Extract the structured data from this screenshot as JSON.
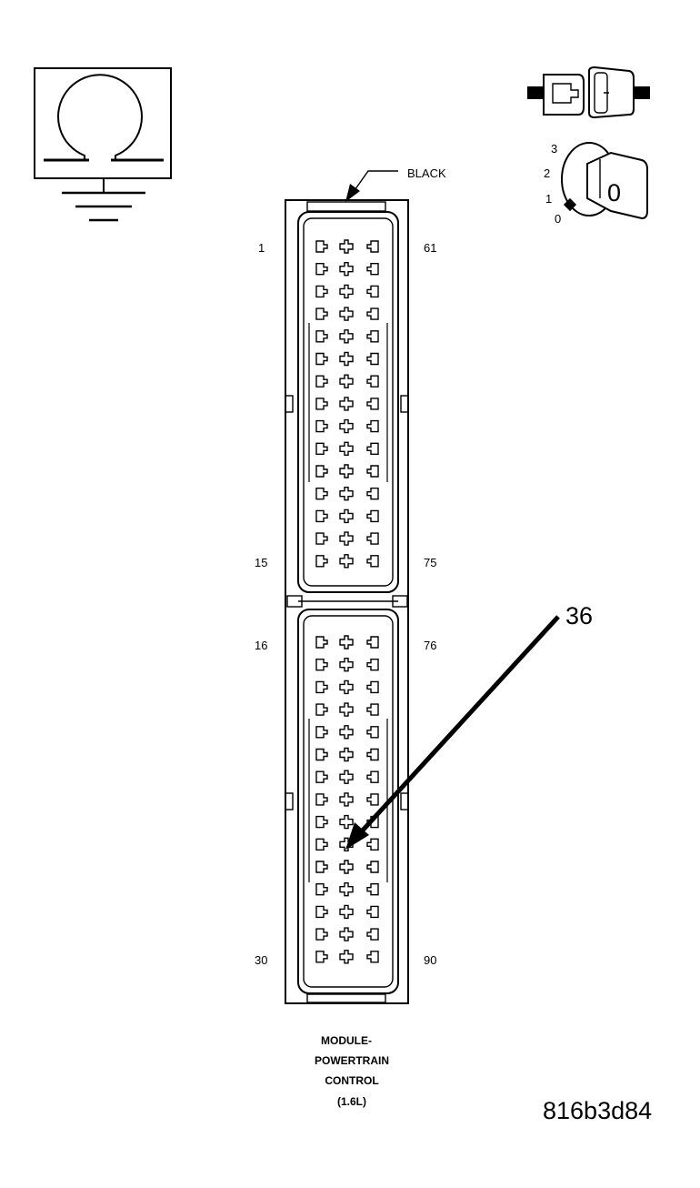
{
  "connector_color": "BLACK",
  "pin_labels": {
    "top_left_first": "1",
    "top_left_last": "15",
    "top_right_first": "61",
    "top_right_last": "75",
    "bottom_left_first": "16",
    "bottom_left_last": "30",
    "bottom_right_first": "76",
    "bottom_right_last": "90"
  },
  "callout": "36",
  "caption": {
    "line1": "MODULE-",
    "line2": "POWERTRAIN",
    "line3": "CONTROL",
    "line4": "(1.6L)"
  },
  "figure_id": "816b3d84",
  "ignition_positions": [
    "0",
    "1",
    "2",
    "3"
  ],
  "key_symbol": "0",
  "icons": [
    "ohm-ground-icon",
    "connector-disconnect-icon",
    "ignition-key-icon"
  ]
}
